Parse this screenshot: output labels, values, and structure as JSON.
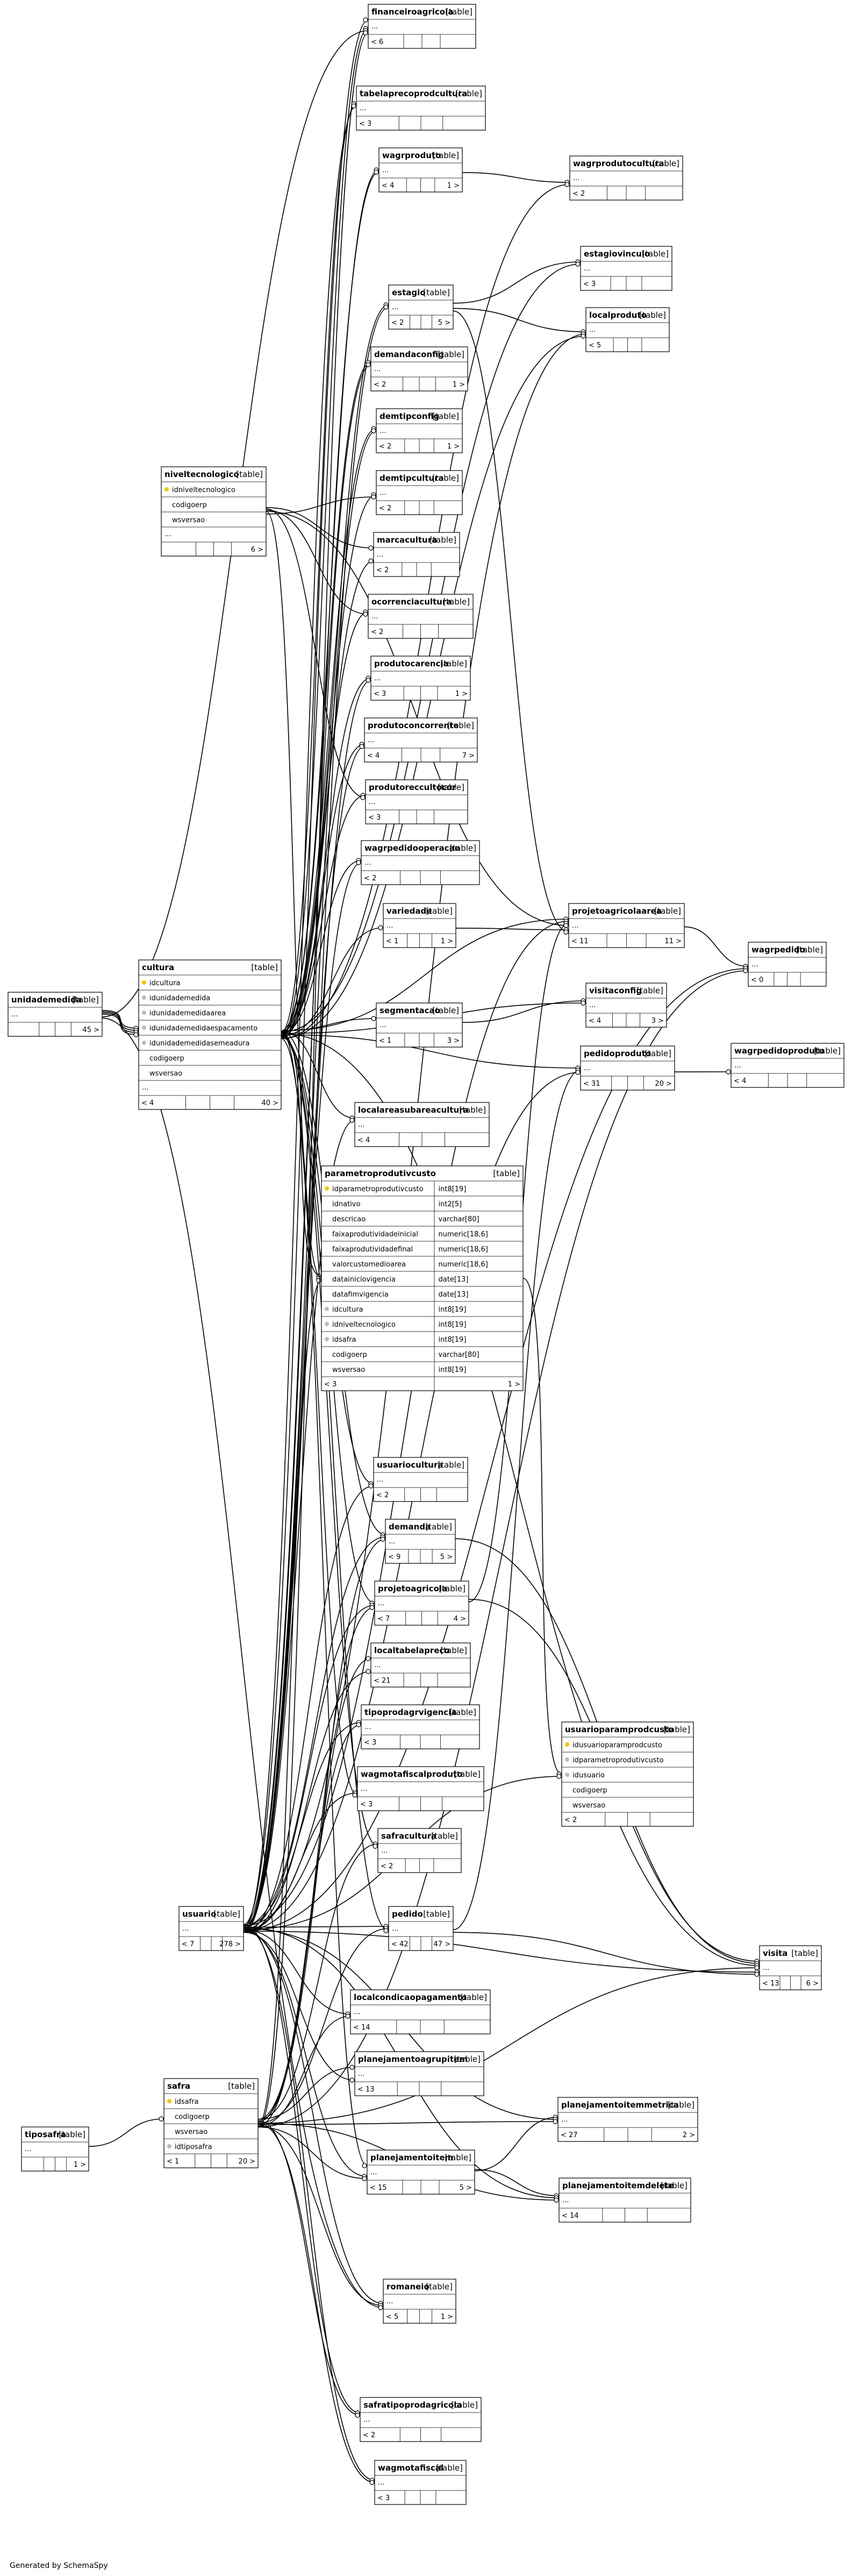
{
  "footer": "Generated by SchemaSpy",
  "tag": "[table]",
  "tables": [
    {
      "name": "financeiroagricola",
      "parents": "< 6",
      "children": ""
    },
    {
      "name": "tabelaprecoprodcultura",
      "parents": "< 3",
      "children": ""
    },
    {
      "name": "wagrproduto",
      "parents": "< 4",
      "children": "1 >"
    },
    {
      "name": "wagrprodutocultura",
      "parents": "< 2",
      "children": ""
    },
    {
      "name": "estagiovinculo",
      "parents": "< 3",
      "children": ""
    },
    {
      "name": "estagio",
      "parents": "< 2",
      "children": "5 >"
    },
    {
      "name": "localproduto",
      "parents": "< 5",
      "children": ""
    },
    {
      "name": "demandaconfig",
      "parents": "< 2",
      "children": "1 >"
    },
    {
      "name": "demtipconfig",
      "parents": "< 2",
      "children": "1 >"
    },
    {
      "name": "demtipcultura",
      "parents": "< 2",
      "children": ""
    },
    {
      "name": "niveltecnologico",
      "parents": "",
      "children": "6 >",
      "columns": [
        {
          "name": "idniveltecnologico",
          "key": "pk"
        },
        {
          "name": "codigoerp"
        },
        {
          "name": "wsversao"
        }
      ],
      "ellipsis": "..."
    },
    {
      "name": "marcacultura",
      "parents": "< 2",
      "children": ""
    },
    {
      "name": "ocorrenciacultura",
      "parents": "< 2",
      "children": ""
    },
    {
      "name": "produtocarencia",
      "parents": "< 3",
      "children": "1 >"
    },
    {
      "name": "produtoconcorrente",
      "parents": "< 4",
      "children": "7 >"
    },
    {
      "name": "produtoreccultocor",
      "parents": "< 3",
      "children": ""
    },
    {
      "name": "wagrpedidooperacao",
      "parents": "< 2",
      "children": ""
    },
    {
      "name": "variedade",
      "parents": "< 1",
      "children": "1 >"
    },
    {
      "name": "projetoagricolaarea",
      "parents": "< 11",
      "children": "11 >"
    },
    {
      "name": "wagrpedido",
      "parents": "< 0",
      "children": ""
    },
    {
      "name": "unidademedida",
      "parents": "",
      "children": "45 >"
    },
    {
      "name": "cultura",
      "parents": "< 4",
      "children": "40 >",
      "columns": [
        {
          "name": "idcultura",
          "key": "pk"
        },
        {
          "name": "idunidademedida",
          "key": "fk"
        },
        {
          "name": "idunidademedidaarea",
          "key": "fk"
        },
        {
          "name": "idunidademedidaespacamento",
          "key": "fk"
        },
        {
          "name": "idunidademedidasemeadura",
          "key": "fk"
        },
        {
          "name": "codigoerp"
        },
        {
          "name": "wsversao"
        }
      ],
      "ellipsis": "..."
    },
    {
      "name": "segmentacao",
      "parents": "< 1",
      "children": "3 >"
    },
    {
      "name": "visitaconfig",
      "parents": "< 4",
      "children": "3 >"
    },
    {
      "name": "pedidoproduto",
      "parents": "< 31",
      "children": "20 >"
    },
    {
      "name": "wagrpedidoproduto",
      "parents": "< 4",
      "children": ""
    },
    {
      "name": "localareasubareacultura",
      "parents": "< 4",
      "children": ""
    },
    {
      "name": "parametroprodutivcusto",
      "parents": "< 3",
      "children": "1 >",
      "columns": [
        {
          "name": "idparametroprodutivcusto",
          "type": "int8[19]",
          "key": "pk"
        },
        {
          "name": "idnativo",
          "type": "int2[5]"
        },
        {
          "name": "descricao",
          "type": "varchar[80]"
        },
        {
          "name": "faixaprodutividadeinicial",
          "type": "numeric[18,6]"
        },
        {
          "name": "faixaprodutividadefinal",
          "type": "numeric[18,6]"
        },
        {
          "name": "valorcustomedioarea",
          "type": "numeric[18,6]"
        },
        {
          "name": "datainiciovigencia",
          "type": "date[13]"
        },
        {
          "name": "datafimvigencia",
          "type": "date[13]"
        },
        {
          "name": "idcultura",
          "type": "int8[19]",
          "key": "fk"
        },
        {
          "name": "idniveltecnologico",
          "type": "int8[19]",
          "key": "fk"
        },
        {
          "name": "idsafra",
          "type": "int8[19]",
          "key": "fk"
        },
        {
          "name": "codigoerp",
          "type": "varchar[80]"
        },
        {
          "name": "wsversao",
          "type": "int8[19]"
        }
      ]
    },
    {
      "name": "usuariocultura",
      "parents": "< 2",
      "children": ""
    },
    {
      "name": "demanda",
      "parents": "< 9",
      "children": "5 >"
    },
    {
      "name": "projetoagricola",
      "parents": "< 7",
      "children": "4 >"
    },
    {
      "name": "localtabelapreco",
      "parents": "< 21",
      "children": ""
    },
    {
      "name": "tipoprodagrvigencia",
      "parents": "< 3",
      "children": ""
    },
    {
      "name": "usuarioparamprodcusto",
      "parents": "< 2",
      "children": "",
      "columns": [
        {
          "name": "idusuarioparamprodcusto",
          "key": "pk"
        },
        {
          "name": "idparametroprodutivcusto",
          "key": "fk"
        },
        {
          "name": "idusuario",
          "key": "fk"
        },
        {
          "name": "codigoerp"
        },
        {
          "name": "wsversao"
        }
      ]
    },
    {
      "name": "wagmotafiscalproduto",
      "parents": "< 3",
      "children": ""
    },
    {
      "name": "safracultura",
      "parents": "< 2",
      "children": ""
    },
    {
      "name": "usuario",
      "parents": "< 7",
      "children": "278 >"
    },
    {
      "name": "pedido",
      "parents": "< 42",
      "children": "47 >"
    },
    {
      "name": "visita",
      "parents": "< 13",
      "children": "6 >"
    },
    {
      "name": "localcondicaopagamento",
      "parents": "< 14",
      "children": ""
    },
    {
      "name": "planejamentoagrupitem",
      "parents": "< 13",
      "children": ""
    },
    {
      "name": "safra",
      "parents": "< 1",
      "children": "20 >",
      "columns": [
        {
          "name": "idsafra",
          "key": "pk"
        },
        {
          "name": "codigoerp"
        },
        {
          "name": "wsversao"
        },
        {
          "name": "idtiposafra",
          "key": "fk"
        }
      ]
    },
    {
      "name": "planejamentoitemmetrica",
      "parents": "< 27",
      "children": "2 >"
    },
    {
      "name": "tiposafra",
      "parents": "",
      "children": "1 >"
    },
    {
      "name": "planejamentoitem",
      "parents": "< 15",
      "children": "5 >"
    },
    {
      "name": "planejamentoitemdelete",
      "parents": "< 14",
      "children": ""
    },
    {
      "name": "romaneio",
      "parents": "< 5",
      "children": "1 >"
    },
    {
      "name": "safratipoprodagricola",
      "parents": "< 2",
      "children": ""
    },
    {
      "name": "wagmotafiscal",
      "parents": "< 3",
      "children": ""
    }
  ]
}
